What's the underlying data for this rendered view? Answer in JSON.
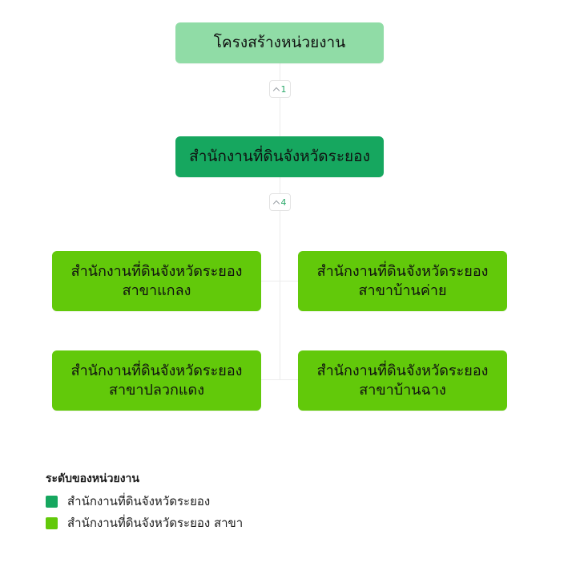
{
  "chart": {
    "type": "org-tree",
    "nodes": {
      "root": {
        "label": "โครงสร้างหน่วยงาน",
        "color": "#90dca6",
        "level": 0
      },
      "level2": {
        "label": "สำนักงานที่ดินจังหวัดระยอง",
        "color": "#16a75f",
        "level": 1
      },
      "leaves": [
        {
          "label": "สำนักงานที่ดินจังหวัดระยอง\nสาขาแกลง",
          "color": "#62c90a",
          "level": 2
        },
        {
          "label": "สำนักงานที่ดินจังหวัดระยอง\nสาขาบ้านค่าย",
          "color": "#62c90a",
          "level": 2
        },
        {
          "label": "สำนักงานที่ดินจังหวัดระยอง\nสาขาปลวกแดง",
          "color": "#62c90a",
          "level": 2
        },
        {
          "label": "สำนักงานที่ดินจังหวัดระยอง\nสาขาบ้านฉาง",
          "color": "#62c90a",
          "level": 2
        }
      ]
    },
    "badges": [
      {
        "icon": "chevron-up-icon",
        "count": "1"
      },
      {
        "icon": "chevron-up-icon",
        "count": "4"
      }
    ],
    "connector_color": "#ececec"
  },
  "legend": {
    "title": "ระดับของหน่วยงาน",
    "items": [
      {
        "color": "#16a75f",
        "label": "สำนักงานที่ดินจังหวัดระยอง"
      },
      {
        "color": "#62c90a",
        "label": "สำนักงานที่ดินจังหวัดระยอง สาขา"
      }
    ]
  }
}
